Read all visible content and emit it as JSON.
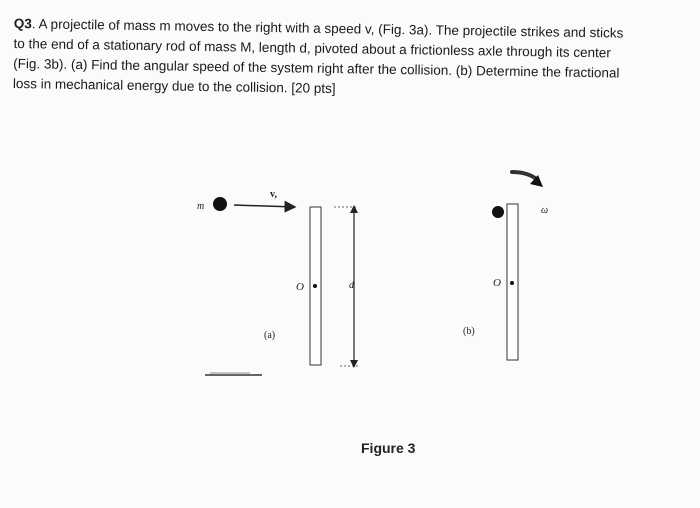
{
  "question": {
    "number": "Q3",
    "line1": ". A projectile of mass m moves to the right with a speed v, (Fig. 3a). The projectile strikes and sticks",
    "line2": "to the end of a stationary rod of mass M, length d, pivoted about a frictionless axle through its center",
    "line3": "(Fig. 3b). (a) Find the angular speed of the system right after the collision. (b) Determine the fractional",
    "line4": "loss in mechanical energy due to the collision. [20 pts]"
  },
  "figure_a": {
    "mass_label": "m",
    "velocity_label": "v,",
    "pivot_label": "O",
    "length_label": "d",
    "panel_label": "(a)"
  },
  "figure_b": {
    "pivot_label": "O",
    "omega_label": "ω",
    "panel_label": "(b)"
  },
  "caption": "Figure 3"
}
